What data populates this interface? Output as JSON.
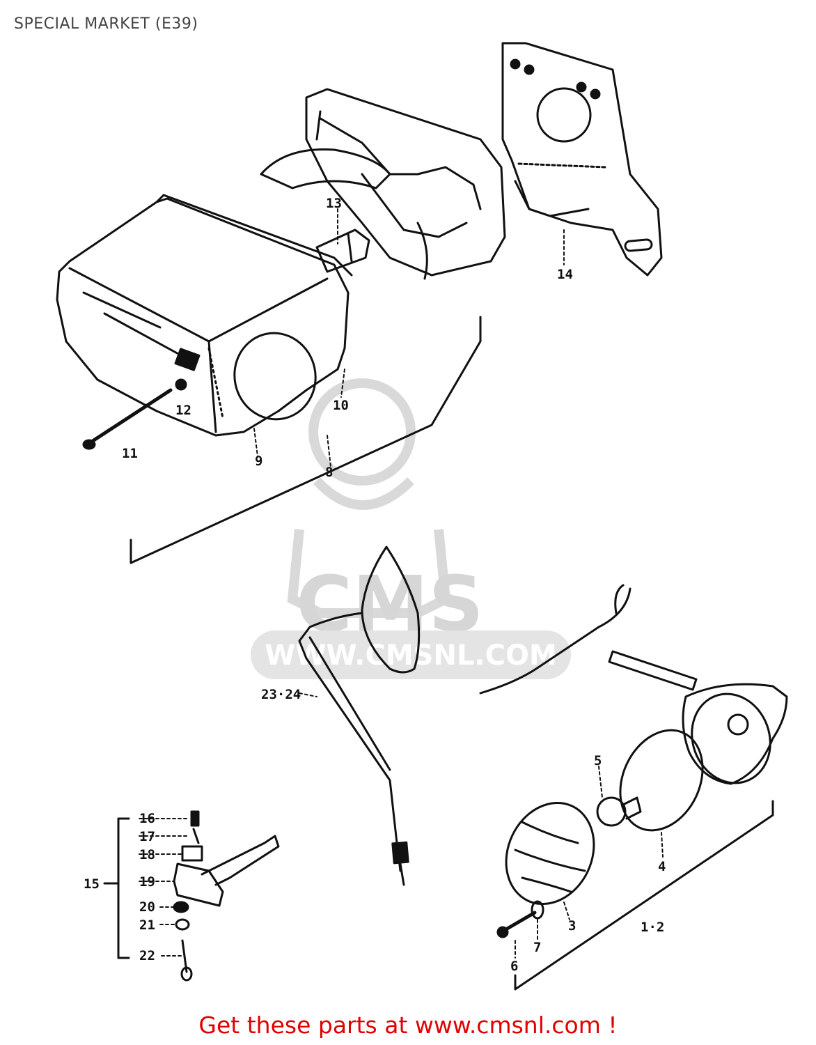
{
  "page": {
    "title": "SPECIAL MARKET (E39)",
    "footer_link": "Get these parts at www.cmsnl.com !"
  },
  "watermark": {
    "brand": "CMS",
    "url": "WWW.CMSNL.COM"
  },
  "callouts": {
    "c1_2": "1·2",
    "c3": "3",
    "c4": "4",
    "c5": "5",
    "c6": "6",
    "c7": "7",
    "c8": "8",
    "c9": "9",
    "c10": "10",
    "c11": "11",
    "c12": "12",
    "c13": "13",
    "c14": "14",
    "c15": "15",
    "c16": "16",
    "c17": "17",
    "c18": "18",
    "c19": "19",
    "c20": "20",
    "c21": "21",
    "c22": "22",
    "c23_24": "23·24"
  },
  "colors": {
    "line": "#111111",
    "watermark": "#d6d6d6",
    "footer": "#e00000",
    "title": "#444444"
  }
}
